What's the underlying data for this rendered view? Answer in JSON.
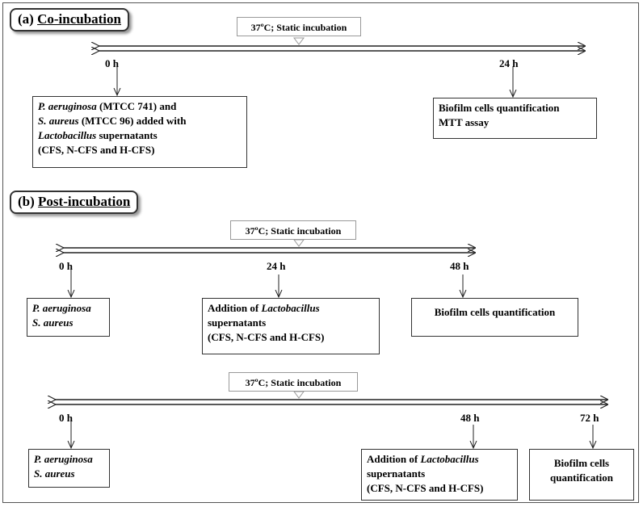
{
  "section_a": {
    "title_prefix": "(a)",
    "title_word": "Co-incubation",
    "condition": "37ºC; Static incubation",
    "times": [
      "0 h",
      "24 h"
    ],
    "box1": {
      "l1_it": "P. aeruginosa",
      "l1_rest": " (MTCC 741) and",
      "l2_it": "S. aureus",
      "l2_rest": " (MTCC 96) added with",
      "l3_it": "Lactobacillus",
      "l3_rest": " supernatants",
      "l4": "(CFS, N-CFS and H-CFS)"
    },
    "box2": {
      "l1": "Biofilm cells quantification",
      "l2": "MTT assay"
    }
  },
  "section_b": {
    "title_prefix": "(b)",
    "title_word": "Post-incubation",
    "row1": {
      "condition": "37ºC; Static incubation",
      "times": [
        "0 h",
        "24 h",
        "48 h"
      ],
      "box1": {
        "l1": "P. aeruginosa",
        "l2": "S. aureus"
      },
      "box2": {
        "l1_pre": "Addition of ",
        "l1_it": "Lactobacillus",
        "l2": "supernatants",
        "l3": "(CFS, N-CFS and H-CFS)"
      },
      "box3": {
        "l1": "Biofilm cells quantification"
      }
    },
    "row2": {
      "condition": "37ºC; Static incubation",
      "times": [
        "0 h",
        "48 h",
        "72 h"
      ],
      "box1": {
        "l1": "P. aeruginosa",
        "l2": "S. aureus"
      },
      "box2": {
        "l1_pre": "Addition of ",
        "l1_it": "Lactobacillus",
        "l2": "supernatants",
        "l3": "(CFS, N-CFS and H-CFS)"
      },
      "box3": {
        "l1": "Biofilm cells",
        "l2": "quantification"
      }
    }
  }
}
